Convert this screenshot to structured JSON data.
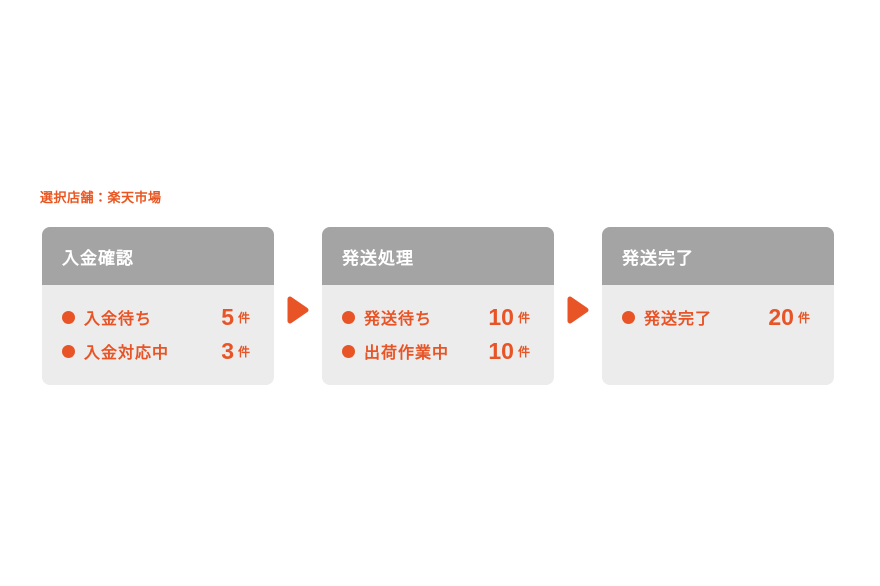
{
  "header": {
    "store_label": "選択店舗：楽天市場"
  },
  "colors": {
    "accent_orange": "#EA5520",
    "item_orange": "#E85426",
    "panel_header_gray": "#A4A4A4",
    "panel_body_gray": "#ECECEC",
    "header_text": "#FFFFFF",
    "background": "#FFFFFF"
  },
  "icons": {
    "flow_arrow": "right-pointing-triangle",
    "status_bullet": "filled-circle"
  },
  "panels": [
    {
      "title": "入金確認",
      "items": [
        {
          "label": "入金待ち",
          "count": "5",
          "unit": "件"
        },
        {
          "label": "入金対応中",
          "count": "3",
          "unit": "件"
        }
      ]
    },
    {
      "title": "発送処理",
      "items": [
        {
          "label": "発送待ち",
          "count": "10",
          "unit": "件"
        },
        {
          "label": "出荷作業中",
          "count": "10",
          "unit": "件"
        }
      ]
    },
    {
      "title": "発送完了",
      "items": [
        {
          "label": "発送完了",
          "count": "20",
          "unit": "件"
        }
      ]
    }
  ]
}
